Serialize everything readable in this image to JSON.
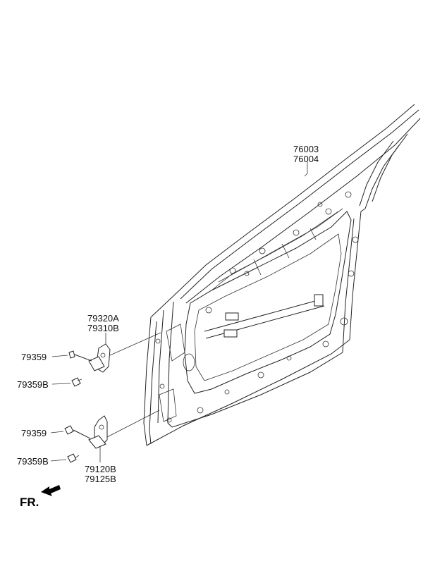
{
  "diagram": {
    "callouts": {
      "door_panel": [
        "76003",
        "76004"
      ],
      "upper_hinge": [
        "79320A",
        "79310B"
      ],
      "lower_hinge": [
        "79120B",
        "79125B"
      ],
      "upper_bolt_a": "79359",
      "upper_bolt_b": "79359B",
      "lower_bolt_a": "79359",
      "lower_bolt_b": "79359B"
    },
    "direction_marker": "FR."
  }
}
